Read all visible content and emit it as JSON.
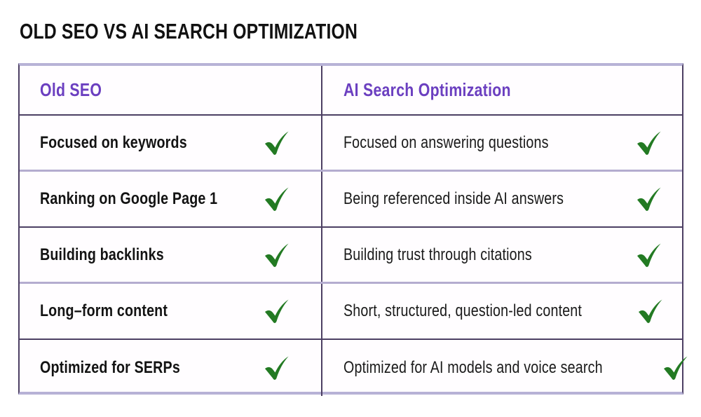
{
  "title": "OLD SEO VS AI SEARCH OPTIMIZATION",
  "colors": {
    "accent_purple": "#6b3fc0",
    "check_green": "#237a23",
    "border_dark": "#4c3f63",
    "border_light": "#b4accf",
    "text_dark": "#131313",
    "background": "#ffffff"
  },
  "table": {
    "headers": {
      "left": "Old SEO",
      "right": "AI Search Optimization"
    },
    "rows": [
      {
        "left": "Focused on keywords",
        "left_check": "check-icon",
        "right": "Focused on answering questions",
        "right_check": "check-icon"
      },
      {
        "left": "Ranking on Google Page 1",
        "left_check": "check-icon",
        "right": "Being referenced inside AI answers",
        "right_check": "check-icon"
      },
      {
        "left": "Building backlinks",
        "left_check": "check-icon",
        "right": "Building trust through citations",
        "right_check": "check-icon"
      },
      {
        "left": "Long–form content",
        "left_check": "check-icon",
        "right": "Short, structured, question-led content",
        "right_check": "check-icon"
      },
      {
        "left": "Optimized for SERPs",
        "left_check": "check-icon",
        "right": "Optimized for AI models and voice search",
        "right_check": "check-icon"
      }
    ]
  }
}
